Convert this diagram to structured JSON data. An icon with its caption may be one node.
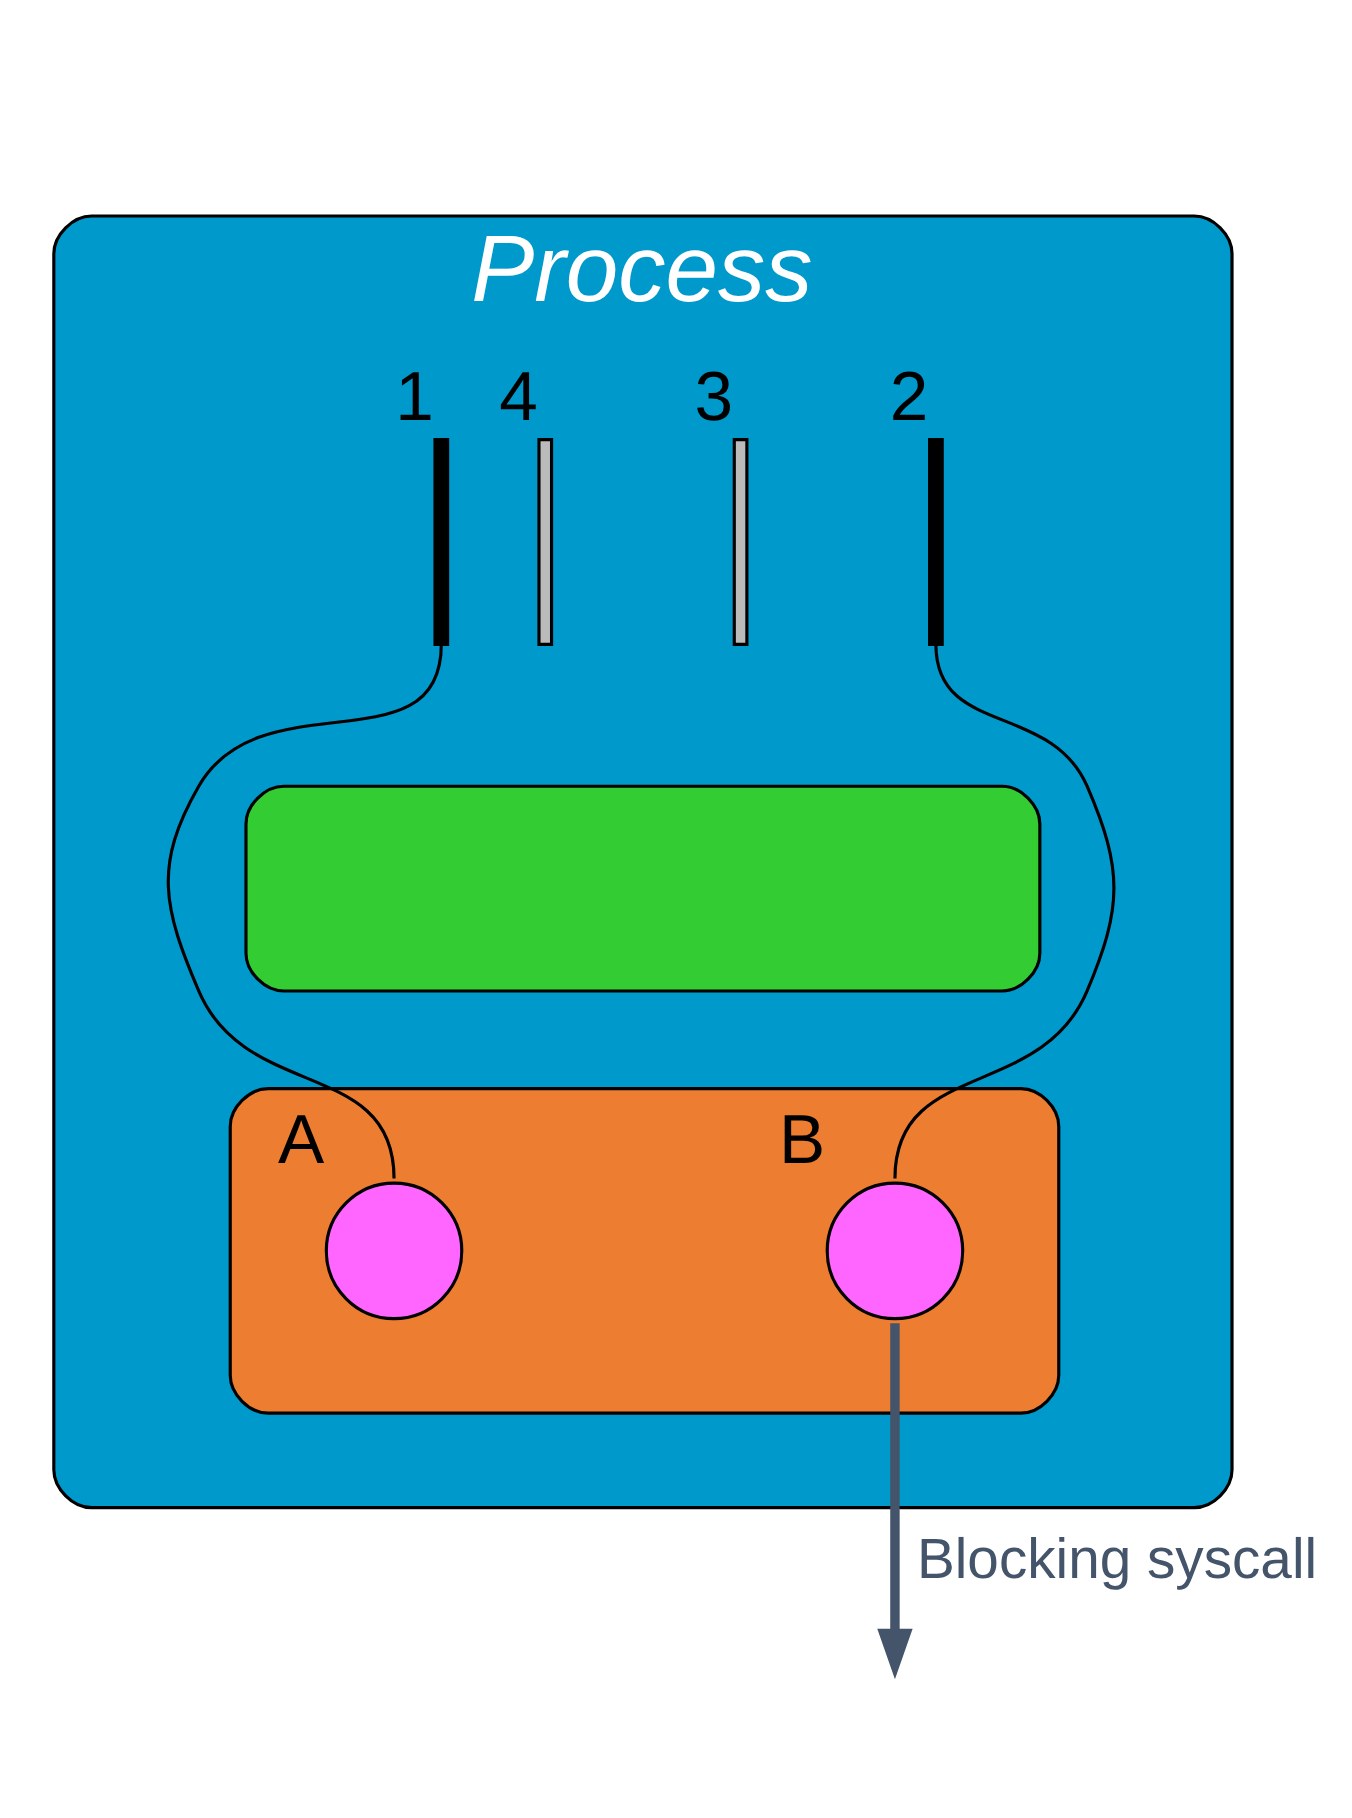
{
  "diagram": {
    "nodes": [
      {
        "text": [
          "Process"
        ]
      },
      {
        "text": [],
        "shape": "zigzag",
        "beside": [
          "1"
        ],
        "in": 0
      },
      {
        "text": [],
        "shape": "zigzag",
        "beside": [
          "2"
        ],
        "in": 0
      },
      {
        "text": [],
        "shape": "zigzag",
        "beside": [
          "3"
        ],
        "in": 0
      },
      {
        "text": [],
        "shape": "zigzag",
        "beside": [
          "4"
        ],
        "in": 0
      },
      {
        "text": [],
        "shape": "box",
        "in": 0
      },
      {
        "text": [],
        "shape": "box",
        "in": 0
      },
      {
        "text": [],
        "shape": "circle",
        "beside": [
          "A"
        ],
        "in": 6
      },
      {
        "text": [],
        "shape": "circle",
        "beside": [
          "B"
        ],
        "in": 6
      }
    ],
    "edges": [
      {
        "from": 1,
        "to": 7,
        "arrow": "none"
      },
      {
        "from": 2,
        "to": 8,
        "arrow": "none"
      },
      {
        "from": 8,
        "to": null,
        "arrow": "to",
        "label": "Blocking syscall",
        "style": "thick",
        "color": "#44546a"
      }
    ]
  }
}
